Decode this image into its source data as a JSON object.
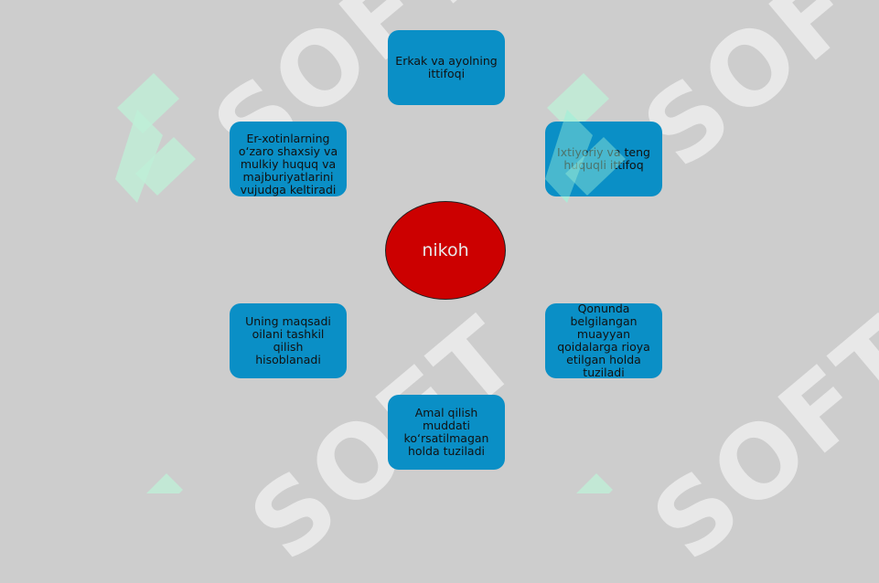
{
  "center": {
    "label": "nikoh",
    "color": "#cc0000"
  },
  "boxes": {
    "top": "Erkak va ayolning ittifoqi",
    "upper_left": "Er-xotinlarning o‘zaro shaxsiy va mulkiy huquq va majburiyatlarini vujudga keltiradi",
    "upper_right": "Ixtiyoriy va teng huquqli ittifoq",
    "lower_left": "Uning maqsadi oilani tashkil qilish hisoblanadi",
    "lower_right": "Qonunda belgilangan muayyan qoidalarga rioya etilgan holda tuziladi",
    "bottom": "Amal qilish muddati ko‘rsatilmagan holda tuziladi"
  },
  "box_color": "#0a8fc6",
  "watermark": {
    "text": "SOFT"
  }
}
